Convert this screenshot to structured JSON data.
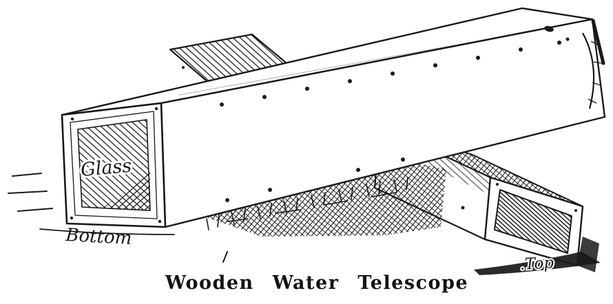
{
  "figure": {
    "caption": "Wooden Water Telescope",
    "labels": {
      "glass": "Glass",
      "bottom": "Bottom",
      "top": ".Top"
    },
    "colors": {
      "ink": "#191919",
      "paper": "#ffffff"
    }
  }
}
